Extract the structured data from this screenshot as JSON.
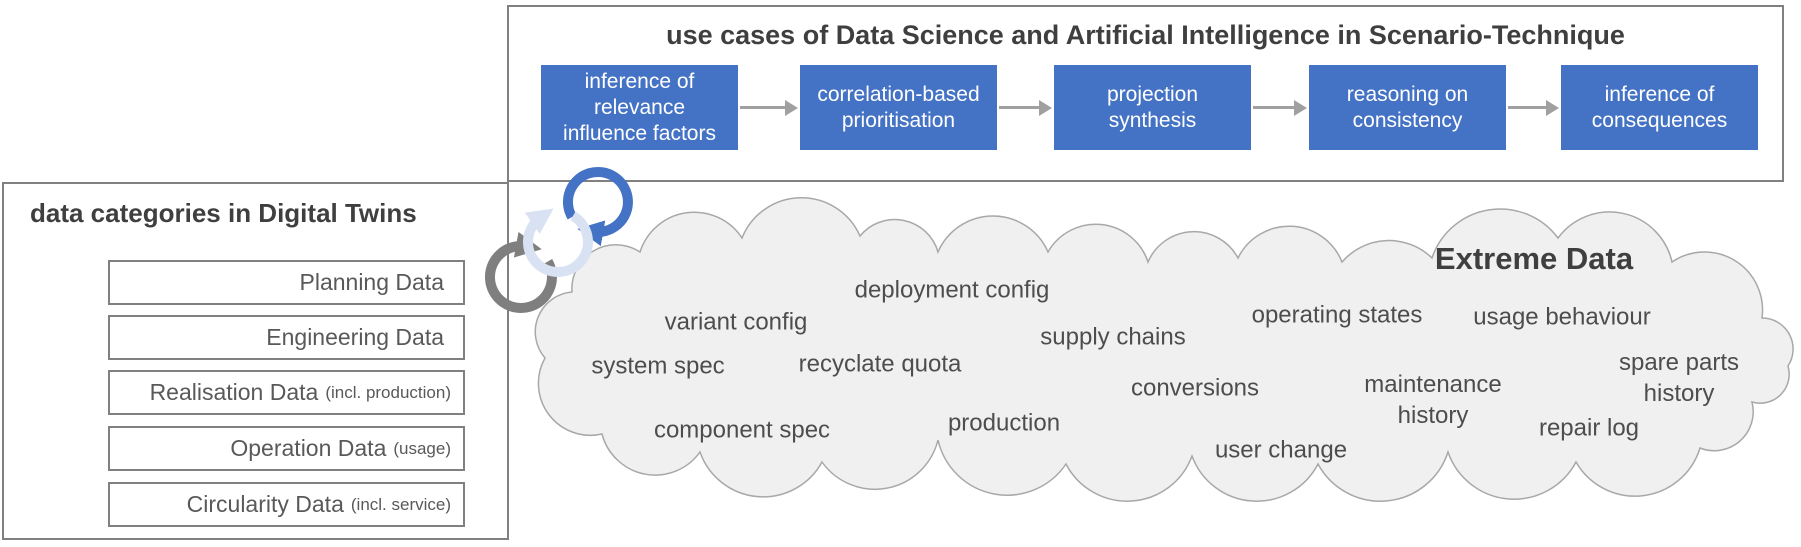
{
  "colors": {
    "accent_blue": "#4472c4",
    "panel_border": "#808080",
    "flow_arrow_gray": "#a0a0a0",
    "cloud_fill": "#f0f0f0",
    "cloud_border": "#a8a8a8",
    "title_text": "#3f3f3f",
    "body_text": "#595959",
    "cycle_gray": "#7f7f7f",
    "cycle_pale_blue": "#d9e2f3",
    "step_text": "#ffffff"
  },
  "use_cases_panel": {
    "title": "use cases of Data Science and Artificial Intelligence in Scenario-Technique",
    "steps": [
      {
        "label": "inference of\nrelevance\ninfluence factors"
      },
      {
        "label": "correlation-based\nprioritisation"
      },
      {
        "label": "projection\nsynthesis"
      },
      {
        "label": "reasoning on\nconsistency"
      },
      {
        "label": "inference of\nconsequences"
      }
    ]
  },
  "digital_twins_panel": {
    "title": "data categories in Digital Twins",
    "categories": [
      {
        "label": "Planning Data",
        "note": ""
      },
      {
        "label": "Engineering Data",
        "note": ""
      },
      {
        "label": "Realisation Data",
        "note": "(incl. production)"
      },
      {
        "label": "Operation Data",
        "note": "(usage)"
      },
      {
        "label": "Circularity Data",
        "note": "(incl. service)"
      }
    ]
  },
  "connector": {
    "icon": "cycle-arrows-icon"
  },
  "extreme_data_cloud": {
    "title": "Extreme Data",
    "terms": [
      {
        "label": "deployment config"
      },
      {
        "label": "variant config"
      },
      {
        "label": "system spec"
      },
      {
        "label": "recyclate quota"
      },
      {
        "label": "component spec"
      },
      {
        "label": "production"
      },
      {
        "label": "supply chains"
      },
      {
        "label": "conversions"
      },
      {
        "label": "user change"
      },
      {
        "label": "operating states"
      },
      {
        "label": "maintenance\nhistory"
      },
      {
        "label": "usage behaviour"
      },
      {
        "label": "spare parts history"
      },
      {
        "label": "repair log"
      }
    ]
  }
}
